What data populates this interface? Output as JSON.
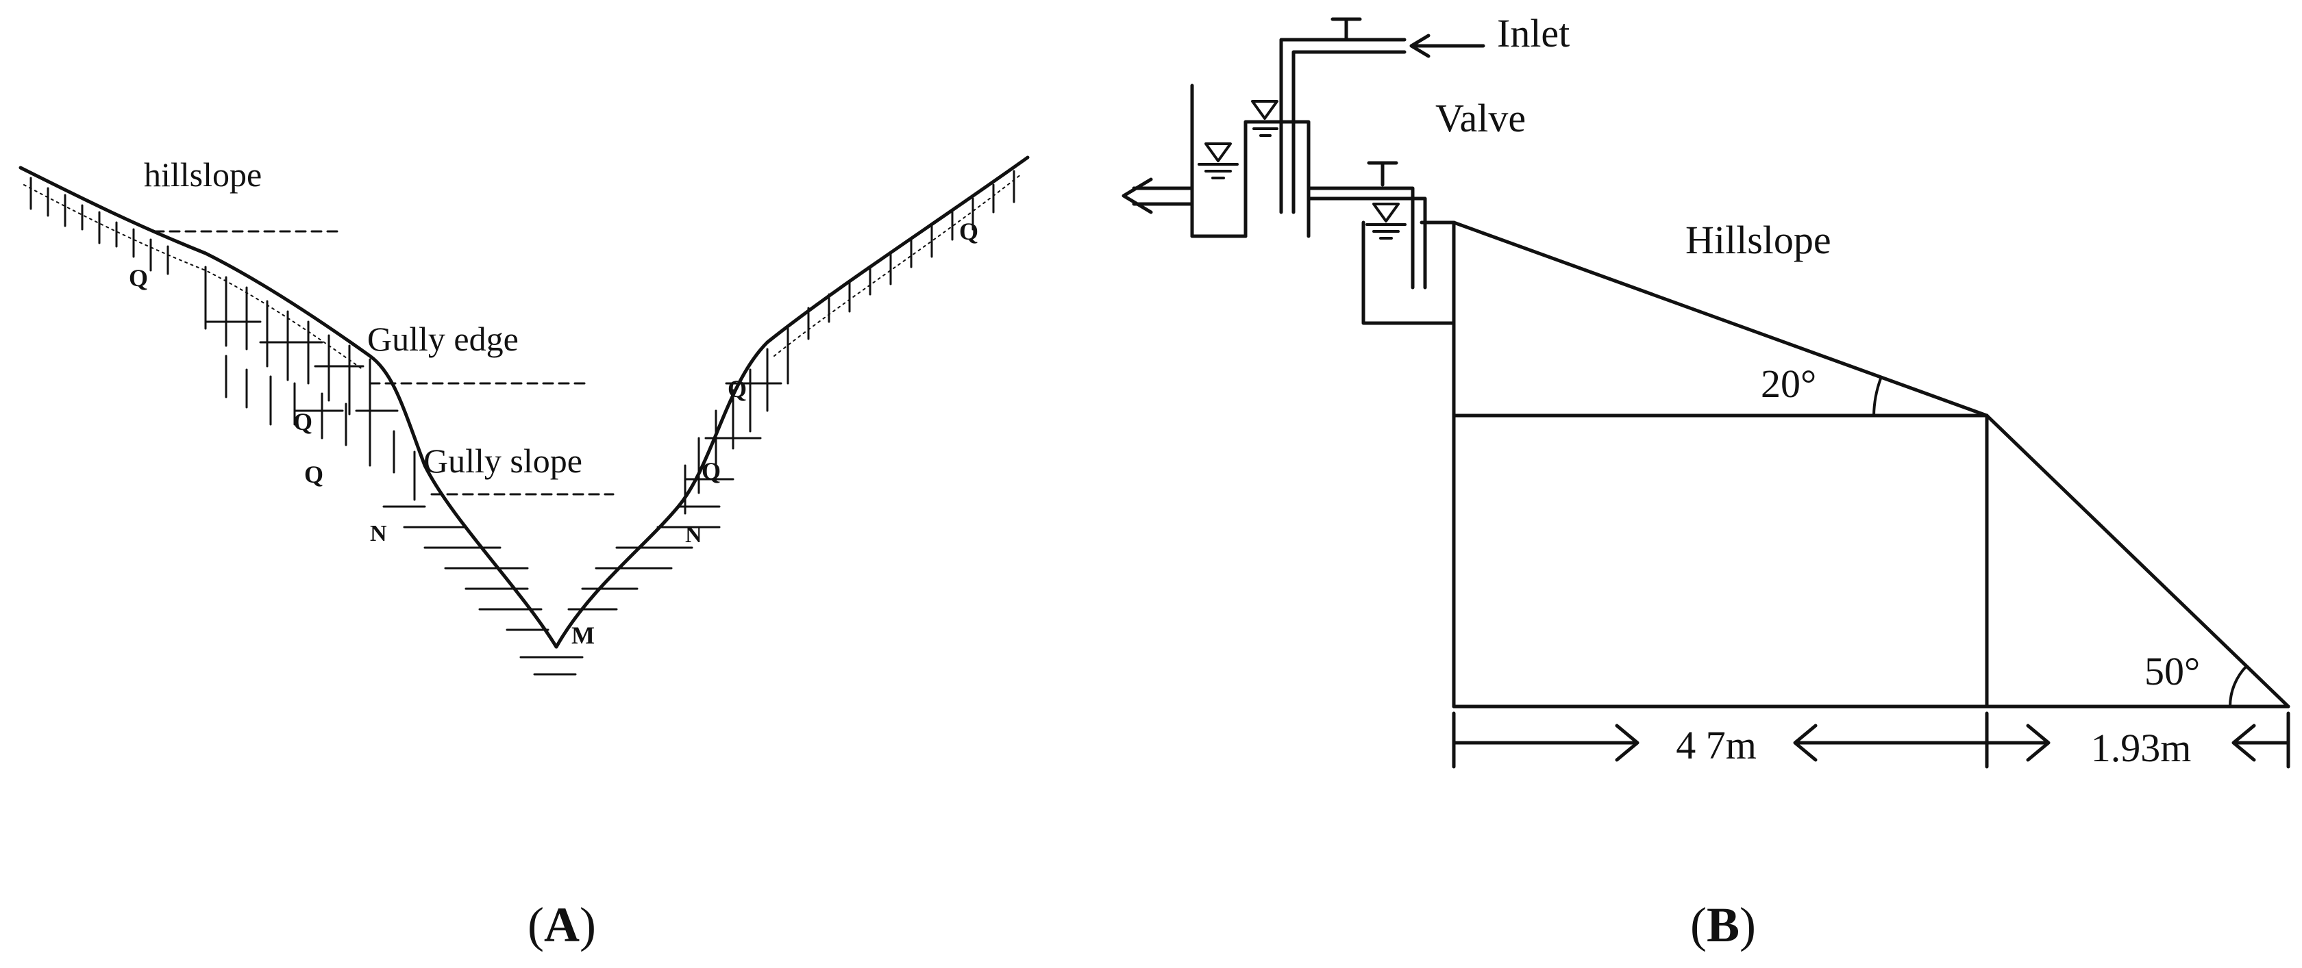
{
  "panel_a": {
    "subfigure_label_parts": [
      "(",
      "A",
      ")"
    ],
    "labels": {
      "hillslope": "hillslope",
      "gully_edge": "Gully edge",
      "gully_slope": "Gully slope"
    },
    "strata_marks": {
      "q3_left": "Q",
      "q2_left": "Q",
      "q1_left": "Q",
      "n2_left": "N",
      "m2_bottom": "M",
      "q3_right": "Q",
      "q2_right": "Q",
      "q1_right": "Q",
      "n2_right": "N"
    }
  },
  "panel_b": {
    "subfigure_label_parts": [
      "(",
      "B",
      ")"
    ],
    "labels": {
      "inlet": "Inlet",
      "valve": "Valve",
      "hillslope": "Hillslope"
    },
    "angles": {
      "hillslope_angle": "20°",
      "gully_angle": "50°"
    },
    "dimensions": {
      "hillslope_length": "4 7m",
      "gully_length": "1.93m"
    }
  }
}
